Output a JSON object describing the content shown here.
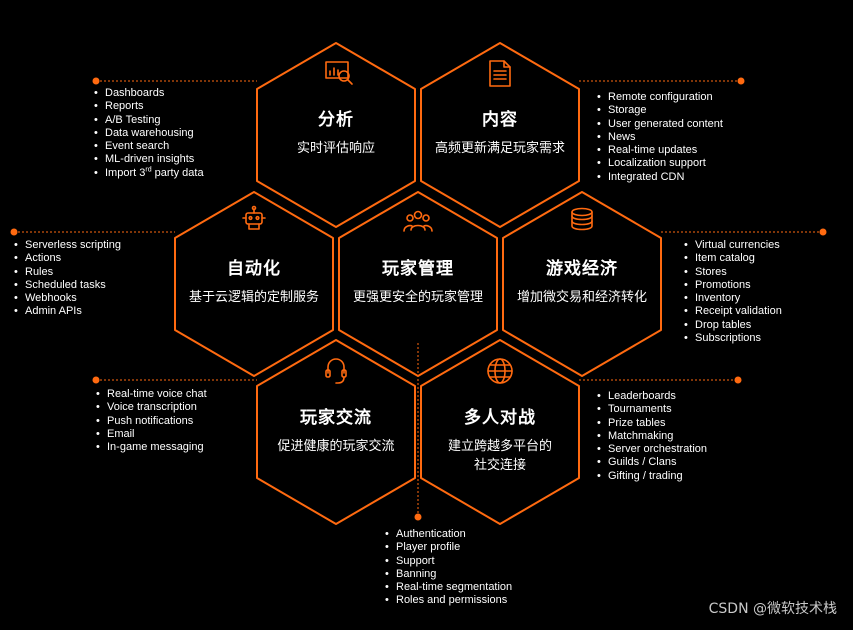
{
  "colors": {
    "accent": "#ff6a10",
    "background": "#000000",
    "text": "#ffffff"
  },
  "hexes": [
    {
      "id": "analytics",
      "title": "分析",
      "subtitle": "实时评估响应",
      "icon": "analytics-icon"
    },
    {
      "id": "content",
      "title": "内容",
      "subtitle": "高频更新满足玩家需求",
      "icon": "document-icon"
    },
    {
      "id": "automation",
      "title": "自动化",
      "subtitle": "基于云逻辑的定制服务",
      "icon": "robot-icon"
    },
    {
      "id": "player-management",
      "title": "玩家管理",
      "subtitle": "更强更安全的玩家管理",
      "icon": "players-icon"
    },
    {
      "id": "game-economy",
      "title": "游戏经济",
      "subtitle": "增加微交易和经济转化",
      "icon": "coins-icon"
    },
    {
      "id": "player-communication",
      "title": "玩家交流",
      "subtitle": "促进健康的玩家交流",
      "icon": "headset-icon"
    },
    {
      "id": "multiplayer",
      "title": "多人对战",
      "subtitle": "建立跨越多平台的",
      "subtitle2": "社交连接",
      "icon": "globe-icon"
    }
  ],
  "lists": {
    "analytics": [
      "Dashboards",
      "Reports",
      "A/B Testing",
      "Data warehousing",
      "Event search",
      "ML-driven insights"
    ],
    "analytics_last": {
      "pre": "Import 3",
      "sup": "rd",
      "post": " party data"
    },
    "content": [
      "Remote configuration",
      "Storage",
      "User generated content",
      "News",
      "Real-time updates",
      "Localization support",
      "Integrated CDN"
    ],
    "automation": [
      "Serverless scripting",
      "Actions",
      "Rules",
      "Scheduled tasks",
      "Webhooks",
      "Admin APIs"
    ],
    "game_economy": [
      "Virtual currencies",
      "Item catalog",
      "Stores",
      "Promotions",
      "Inventory",
      "Receipt validation",
      "Drop tables",
      "Subscriptions"
    ],
    "player_communication": [
      "Real-time voice chat",
      "Voice transcription",
      "Push notifications",
      "Email",
      "In-game messaging"
    ],
    "multiplayer": [
      "Leaderboards",
      "Tournaments",
      "Prize tables",
      "Matchmaking",
      "Server orchestration",
      "Guilds / Clans",
      "Gifting / trading"
    ],
    "player_management": [
      "Authentication",
      "Player profile",
      "Support",
      "Banning",
      "Real-time segmentation",
      "Roles and permissions"
    ]
  },
  "watermark": "CSDN @微软技术栈"
}
